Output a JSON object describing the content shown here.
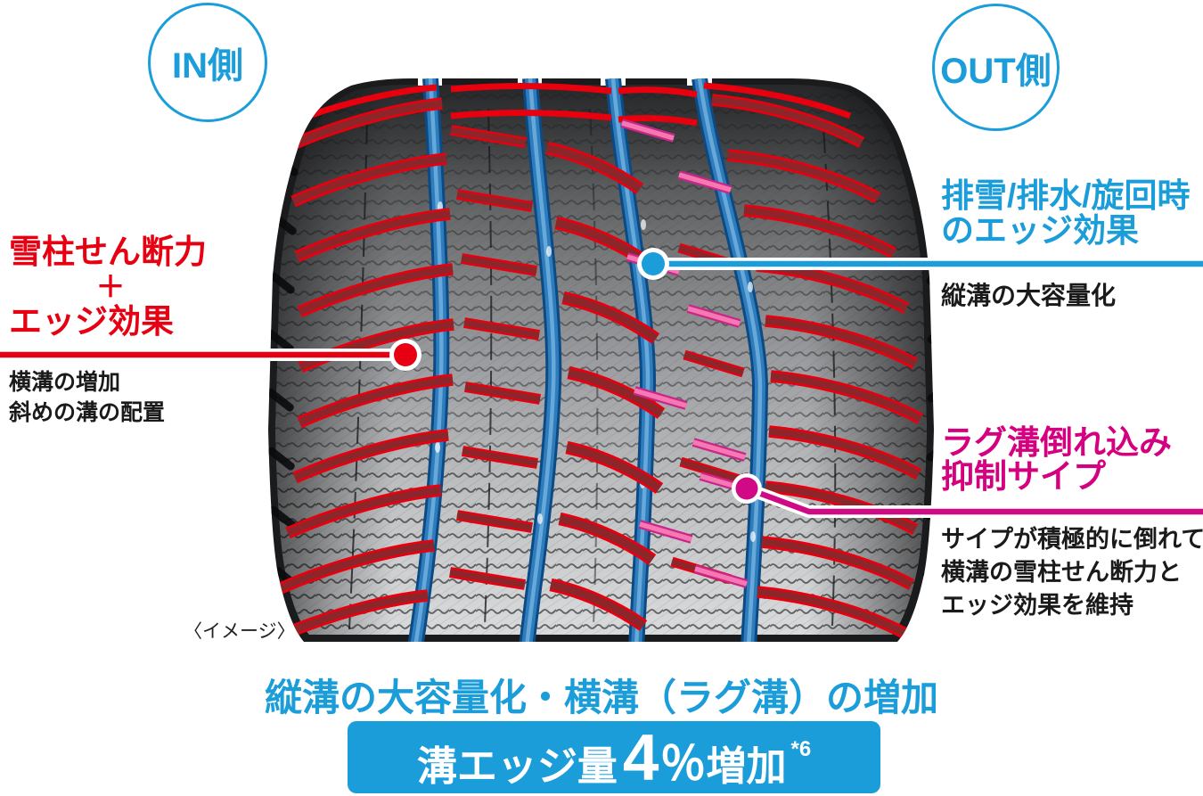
{
  "colors": {
    "blue": "#1b9dd9",
    "red": "#e60012",
    "pink": "#d4007f",
    "pink_line": "#cf0a84",
    "text": "#1a1a1a"
  },
  "in_label": "IN側",
  "out_label": "OUT側",
  "left_annotation": {
    "heading_line1": "雪柱せん断力",
    "heading_plus": "＋",
    "heading_line2": "エッジ効果",
    "desc_line1": "横溝の増加",
    "desc_line2": "斜めの溝の配置"
  },
  "right_top_annotation": {
    "heading_line1": "排雪/排水/旋回時",
    "heading_line2": "のエッジ効果",
    "desc": "縦溝の大容量化"
  },
  "right_bottom_annotation": {
    "heading_line1": "ラグ溝倒れ込み",
    "heading_line2": "抑制サイプ",
    "desc_line1": "サイプが積極的に倒れて",
    "desc_line2": "横溝の雪柱せん断力と",
    "desc_line3": "エッジ効果を維持"
  },
  "image_caption": "〈イメージ〉",
  "bottom": {
    "heading": "縦溝の大容量化・横溝（ラグ溝）の増加",
    "badge_text": "溝エッジ量",
    "badge_number": "4",
    "badge_percent": "％",
    "badge_suffix": "増加",
    "badge_note": "*6"
  }
}
